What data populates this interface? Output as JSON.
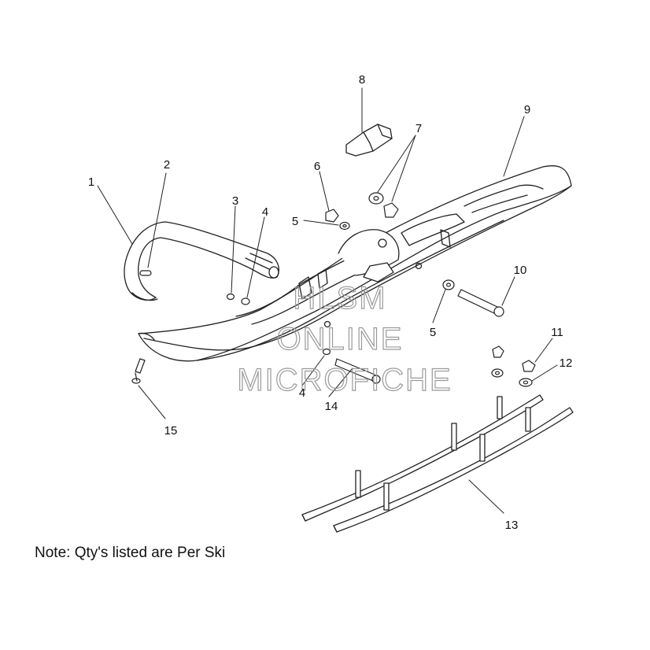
{
  "callouts": [
    "1",
    "2",
    "3",
    "4",
    "5",
    "6",
    "7",
    "8",
    "9",
    "10",
    "5",
    "11",
    "12",
    "4",
    "14",
    "15",
    "13"
  ],
  "watermark": {
    "line1": "HLSM",
    "line2": "ONLINE",
    "line3": "MICROFICHE"
  },
  "note": "Note: Qty's listed are Per Ski"
}
